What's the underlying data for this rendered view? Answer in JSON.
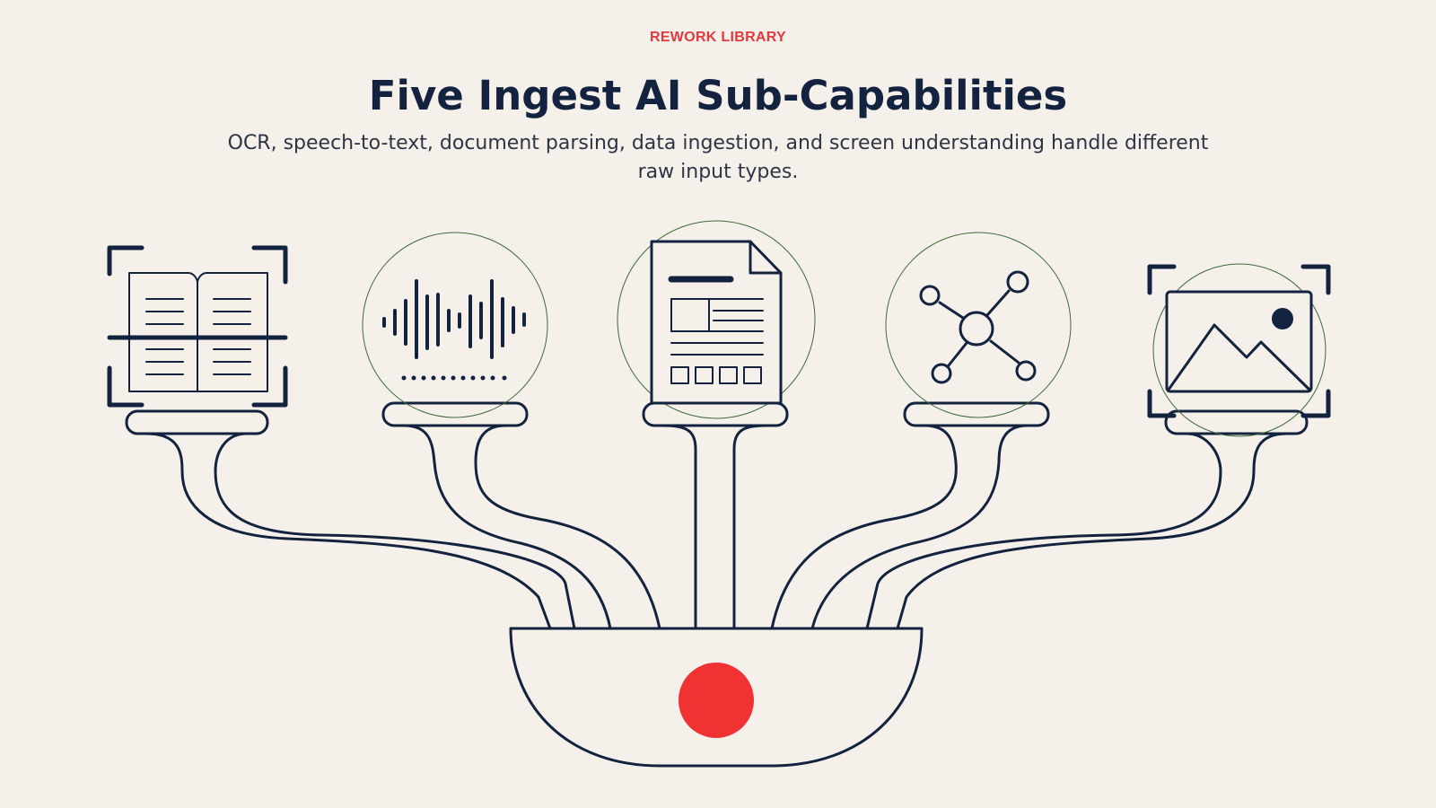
{
  "header": {
    "eyebrow": "REWORK LIBRARY",
    "title": "Five Ingest AI Sub-Capabilities",
    "subtitle": "OCR, speech-to-text, document parsing, data ingestion, and screen understanding handle different raw input types."
  },
  "colors": {
    "background": "#f5f1ea",
    "ink": "#13233f",
    "accent_red": "#f03232",
    "eyebrow_red": "#e0393e",
    "circle_green": "#3d6a3a"
  },
  "icons": [
    {
      "name": "ocr-book-scan-icon"
    },
    {
      "name": "audio-waveform-icon"
    },
    {
      "name": "document-page-icon"
    },
    {
      "name": "data-network-nodes-icon"
    },
    {
      "name": "screen-image-capture-icon"
    }
  ],
  "basin": {
    "name": "ingest-bowl",
    "indicator": "red-dot"
  }
}
